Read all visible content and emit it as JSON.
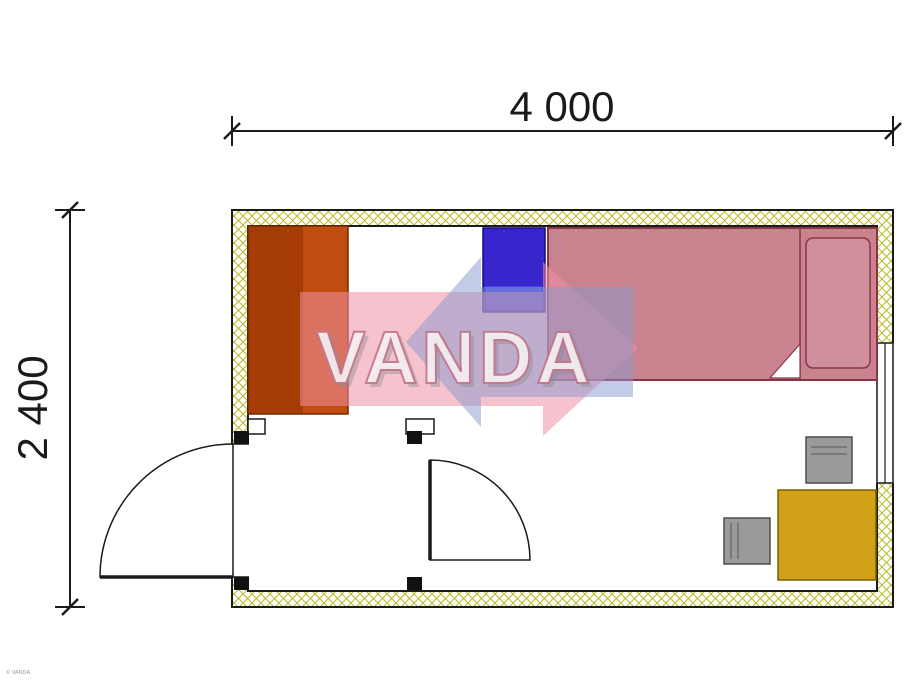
{
  "watermark": {
    "text": "VANDA"
  },
  "dimension_width": {
    "label": "4 000"
  },
  "dimension_height": {
    "label": "2 400"
  },
  "footer": {
    "note": "© VANDA"
  },
  "colors": {
    "wall_hatch": "#b9b922",
    "outline": "#1a1a1a",
    "wardrobe_dark": "#a63c05",
    "wardrobe_light": "#c04c10",
    "cabinet_blue": "#3726cc",
    "cabinet_blue_light": "#4747e8",
    "bed": "#c9838e",
    "bed_outline": "#8a3545",
    "pillow": "#d08f9d",
    "desk": "#d2a017",
    "chair": "#9a9a9a",
    "watermark_pink": "#ef8fa4",
    "watermark_blue": "#8897d0"
  }
}
